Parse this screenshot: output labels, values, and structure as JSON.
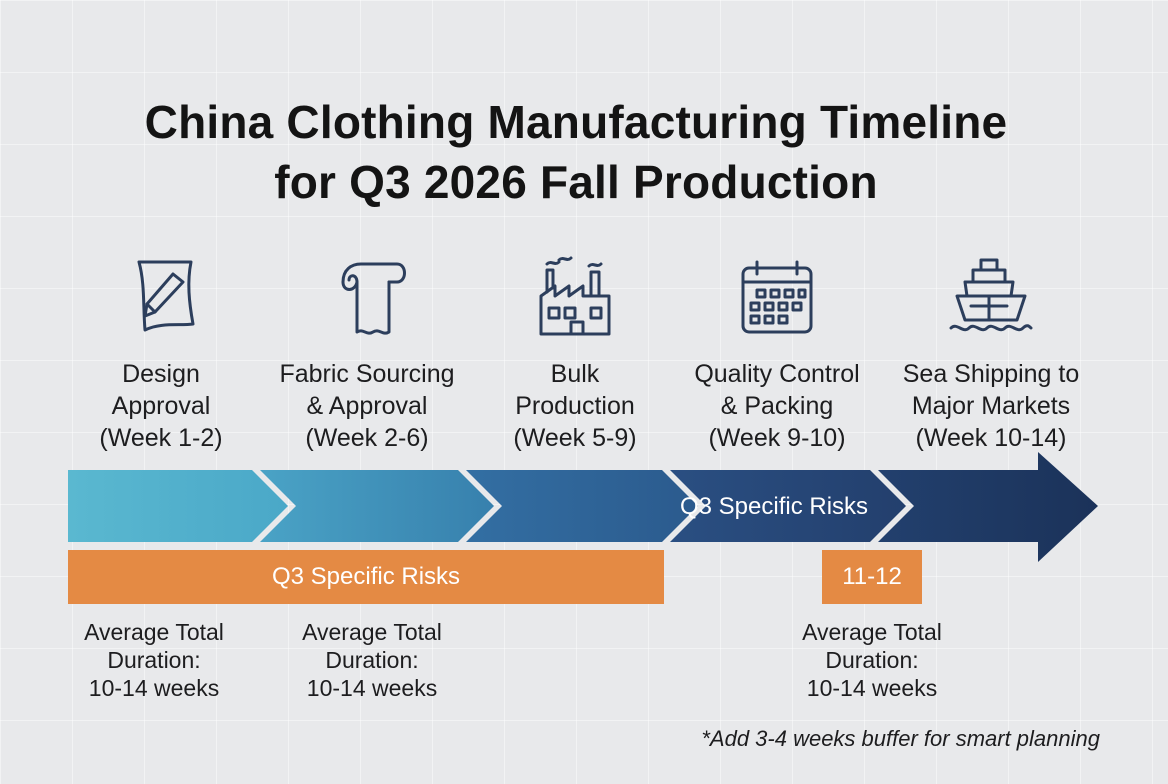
{
  "title": {
    "line1": "China Clothing Manufacturing Timeline",
    "line2": "for Q3 2026 Fall Production"
  },
  "stages": [
    {
      "icon": "pencil-paper-icon",
      "lines": [
        "Design",
        "Approval",
        "(Week 1-2)"
      ]
    },
    {
      "icon": "fabric-roll-icon",
      "lines": [
        "Fabric Sourcing",
        "& Approval",
        "(Week 2-6)"
      ]
    },
    {
      "icon": "factory-icon",
      "lines": [
        "Bulk",
        "Production",
        "(Week 5-9)"
      ]
    },
    {
      "icon": "calendar-icon",
      "lines": [
        "Quality Control",
        "& Packing",
        "(Week 9-10)"
      ]
    },
    {
      "icon": "ship-icon",
      "lines": [
        "Sea Shipping to",
        "Major Markets",
        "(Week 10-14)"
      ]
    }
  ],
  "arrow": {
    "colors": [
      "#5ab8d0",
      "#3f8fb5",
      "#2d6596",
      "#25487a",
      "#1d3560"
    ],
    "risk_label": "Q3 Specific Risks"
  },
  "risk_band": {
    "label": "Q3 Specific Risks",
    "color": "#e48a44"
  },
  "risk_badge": {
    "label": "11-12"
  },
  "averages": [
    {
      "lines": [
        "Average Total",
        "Duration:",
        "10-14 weeks"
      ]
    },
    {
      "lines": [
        "Average Total",
        "Duration:",
        "10-14 weeks"
      ]
    },
    {
      "lines": [
        "Average Total",
        "Duration:",
        "10-14 weeks"
      ]
    }
  ],
  "note": "*Add 3-4 weeks buffer for smart planning"
}
